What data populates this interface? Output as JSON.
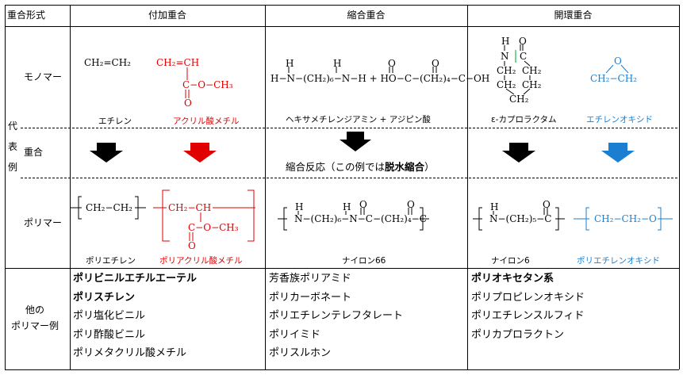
{
  "table": {
    "header": {
      "col0": "重合形式",
      "col1": "付加重合",
      "col2": "縮合重合",
      "col3": "開環重合"
    },
    "side": {
      "representative": [
        "代",
        "表",
        "例"
      ],
      "monomer": "モノマー",
      "polymerization": "重合",
      "polymer": "ポリマー",
      "other_polymers": [
        "他の",
        "ポリマー例"
      ]
    },
    "monomer_names": {
      "ethylene": "エチレン",
      "methyl_acrylate": "アクリル酸メチル",
      "hexamethylenediamine_plus_adipic": "ヘキサメチレンジアミン + アジピン酸",
      "caprolactam": "ε-カプロラクタム",
      "ethylene_oxide": "エチレンオキシド"
    },
    "reaction_note": {
      "prefix": "縮合反応（この例では",
      "bold": "脱水縮合",
      "suffix": "）"
    },
    "polymer_names": {
      "polyethylene": "ポリエチレン",
      "pma": "ポリアクリル酸メチル",
      "nylon66": "ナイロン66",
      "nylon6": "ナイロン6",
      "peo": "ポリエチレンオキシド"
    },
    "formulas": {
      "ethylene": "CH₂=CH₂",
      "ma_top": "CH₂=CH",
      "ma_ester": "C−O−CH₃",
      "o": "O",
      "amine_h": "H",
      "diamine": "H−N−(CH₂)₆−N−H  +  HO−C−(CH₂)₄−C−OH",
      "pe_unit": "CH₂−CH₂",
      "pma_unit": "CH₂−CH",
      "pma_ester": "C−O−CH₃",
      "n66_unit": "N−(CH₂)₆−N−C−(CH₂)₄−C",
      "n6_unit": "N−(CH₂)₅−C",
      "peo_unit": "CH₂−CH₂−O",
      "cap_n": "N",
      "cap_c": "C",
      "ch2": "CH₂",
      "eo_ch2": "CH₂−CH₂"
    },
    "other": {
      "addition": [
        {
          "text": "ポリビニルエチルエーテル",
          "bold": true
        },
        {
          "text": "ポリスチレン",
          "bold": true
        },
        {
          "text": "ポリ塩化ビニル",
          "bold": false
        },
        {
          "text": "ポリ酢酸ビニル",
          "bold": false
        },
        {
          "text": "ポリメタクリル酸メチル",
          "bold": false
        }
      ],
      "condensation": [
        {
          "text": "芳香族ポリアミド",
          "bold": false
        },
        {
          "text": "ポリカーボネート",
          "bold": false
        },
        {
          "text": "ポリエチレンテレフタレート",
          "bold": false
        },
        {
          "text": "ポリイミド",
          "bold": false
        },
        {
          "text": "ポリスルホン",
          "bold": false
        }
      ],
      "ring_opening": [
        {
          "text": "ポリオキセタン系",
          "bold": true
        },
        {
          "text": "ポリプロピレンオキシド",
          "bold": false
        },
        {
          "text": "ポリエチレンスルフィド",
          "bold": false
        },
        {
          "text": "ポリカプロラクトン",
          "bold": false
        }
      ]
    },
    "colors": {
      "red": "#e00000",
      "blue": "#1a7fd0",
      "green": "#1bb35a",
      "black": "#000000"
    }
  }
}
